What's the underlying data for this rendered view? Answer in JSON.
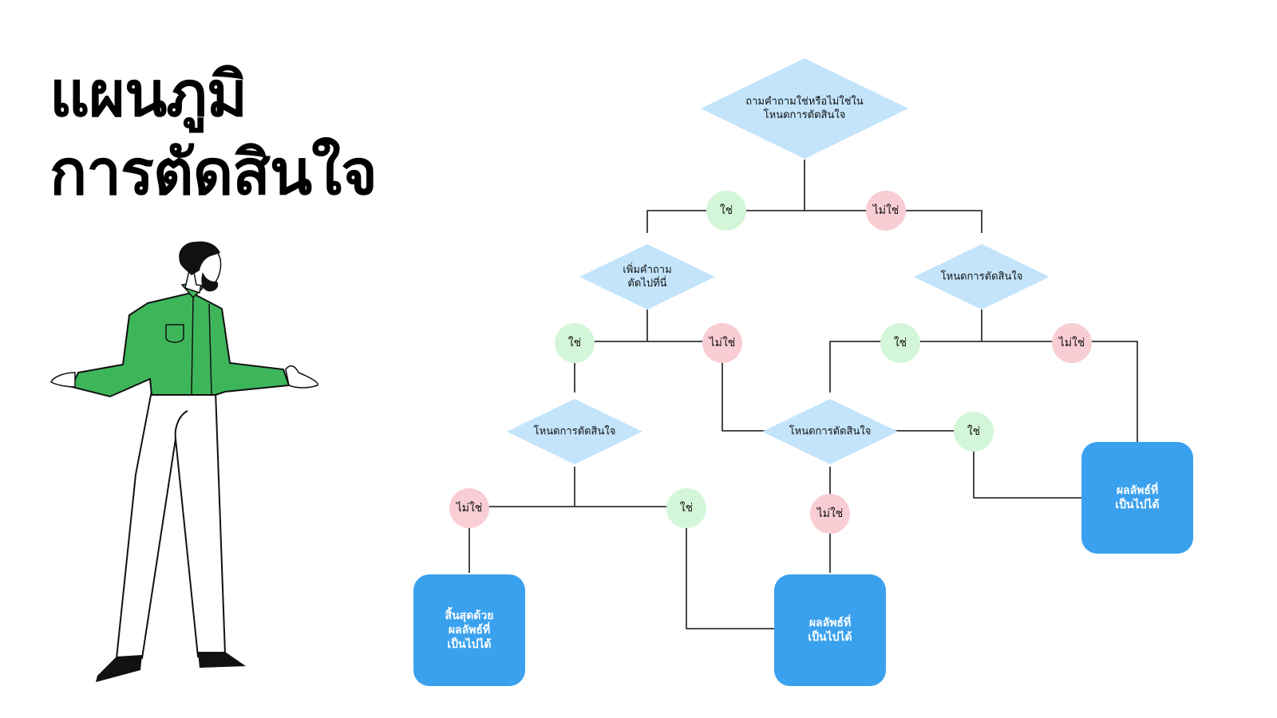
{
  "title": {
    "line1": "แผนภูมิ",
    "line2": "การตัดสินใจ"
  },
  "colors": {
    "decision": "#C3E4FB",
    "yes": "#D4F6D8",
    "no": "#F8CDD3",
    "result": "#3AA1EE",
    "line": "#333333",
    "shirt": "#3DB65A"
  },
  "nodes": {
    "d1": [
      "ถามคำถามใช่หรือไม่ใช่ใน",
      "โหนดการตัดสินใจ"
    ],
    "d2": [
      "เพิ่มคำถาม",
      "ตัดไปที่นี่"
    ],
    "d3": [
      "โหนดการตัดสินใจ"
    ],
    "d4": [
      "โหนดการตัดสินใจ"
    ],
    "d5": [
      "โหนดการตัดสินใจ"
    ],
    "r1": [
      "สิ้นสุดด้วย",
      "ผลลัพธ์ที่",
      "เป็นไปได้"
    ],
    "r2": [
      "ผลลัพธ์ที่",
      "เป็นไปได้"
    ],
    "r3": [
      "ผลลัพธ์ที่",
      "เป็นไปได้"
    ]
  },
  "yes_label": "ใช่",
  "no_label": "ไม่ใช่"
}
